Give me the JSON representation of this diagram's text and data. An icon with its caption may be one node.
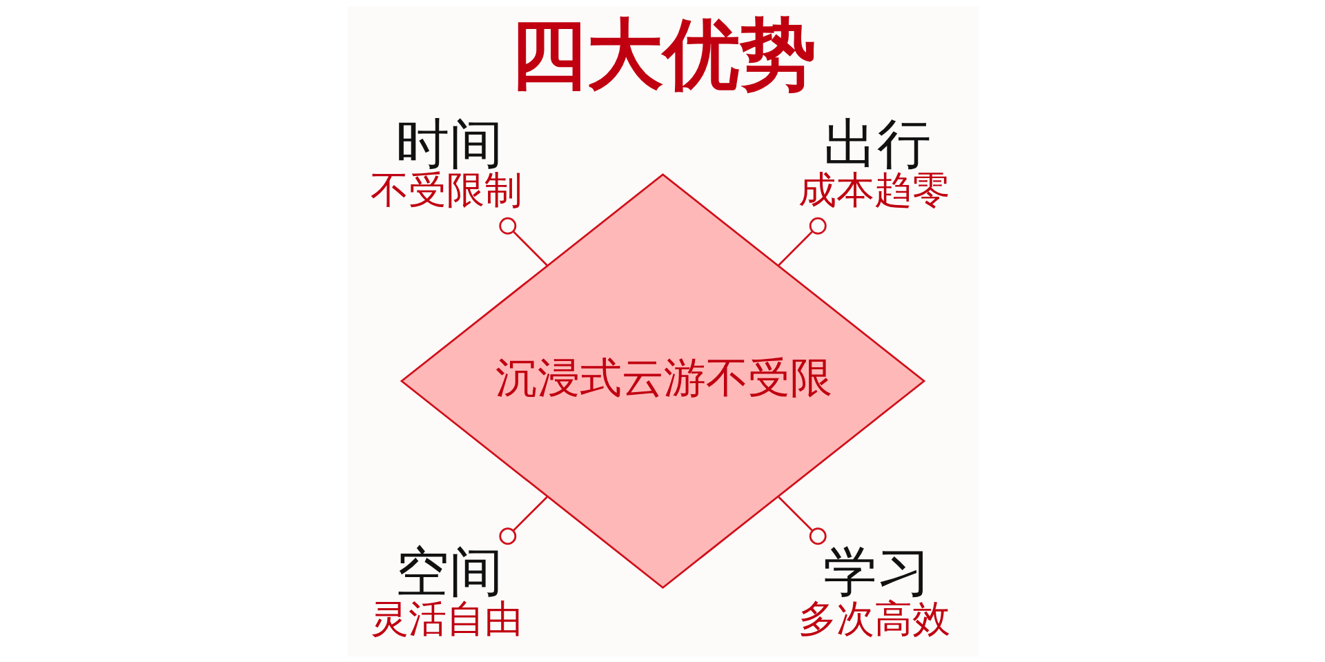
{
  "diagram": {
    "title": "四大优势",
    "nodes": [
      {
        "text": [
          "沉浸式云游不受限"
        ]
      },
      {
        "text": [
          "出行",
          "成本趋零"
        ]
      },
      {
        "text": [
          "时间",
          "不受限制"
        ]
      },
      {
        "text": [
          "空间",
          "灵活自由"
        ]
      },
      {
        "text": [
          "学习",
          "多次高效"
        ]
      }
    ],
    "edges": [
      {
        "from": 0,
        "to": 1,
        "arrow": "other"
      },
      {
        "from": 0,
        "to": 2,
        "arrow": "other"
      },
      {
        "from": 0,
        "to": 3,
        "arrow": "other"
      },
      {
        "from": 0,
        "to": 4,
        "arrow": "other"
      }
    ]
  }
}
